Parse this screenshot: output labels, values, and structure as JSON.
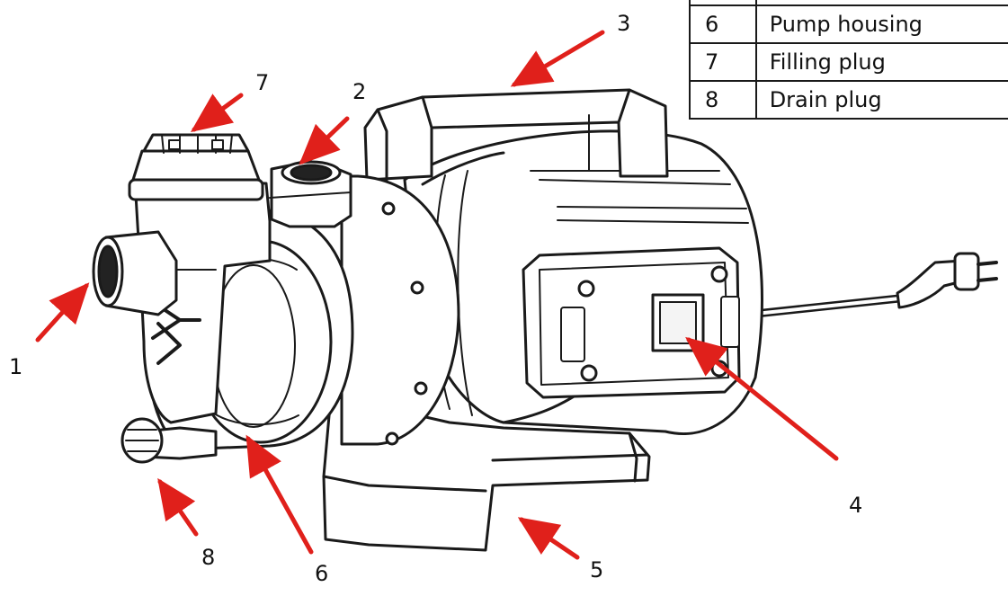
{
  "legend": {
    "rows": [
      {
        "number": "6",
        "description": "Pump housing"
      },
      {
        "number": "7",
        "description": "Filling plug"
      },
      {
        "number": "8",
        "description": "Drain plug"
      }
    ]
  },
  "callouts": [
    {
      "id": "1",
      "label": "1"
    },
    {
      "id": "2",
      "label": "2"
    },
    {
      "id": "3",
      "label": "3"
    },
    {
      "id": "4",
      "label": "4"
    },
    {
      "id": "5",
      "label": "5"
    },
    {
      "id": "6",
      "label": "6"
    },
    {
      "id": "7",
      "label": "7"
    },
    {
      "id": "8",
      "label": "8"
    }
  ],
  "colors": {
    "arrow": "#e0201b",
    "outline": "#1a1a1a",
    "fill": "#ffffff"
  }
}
